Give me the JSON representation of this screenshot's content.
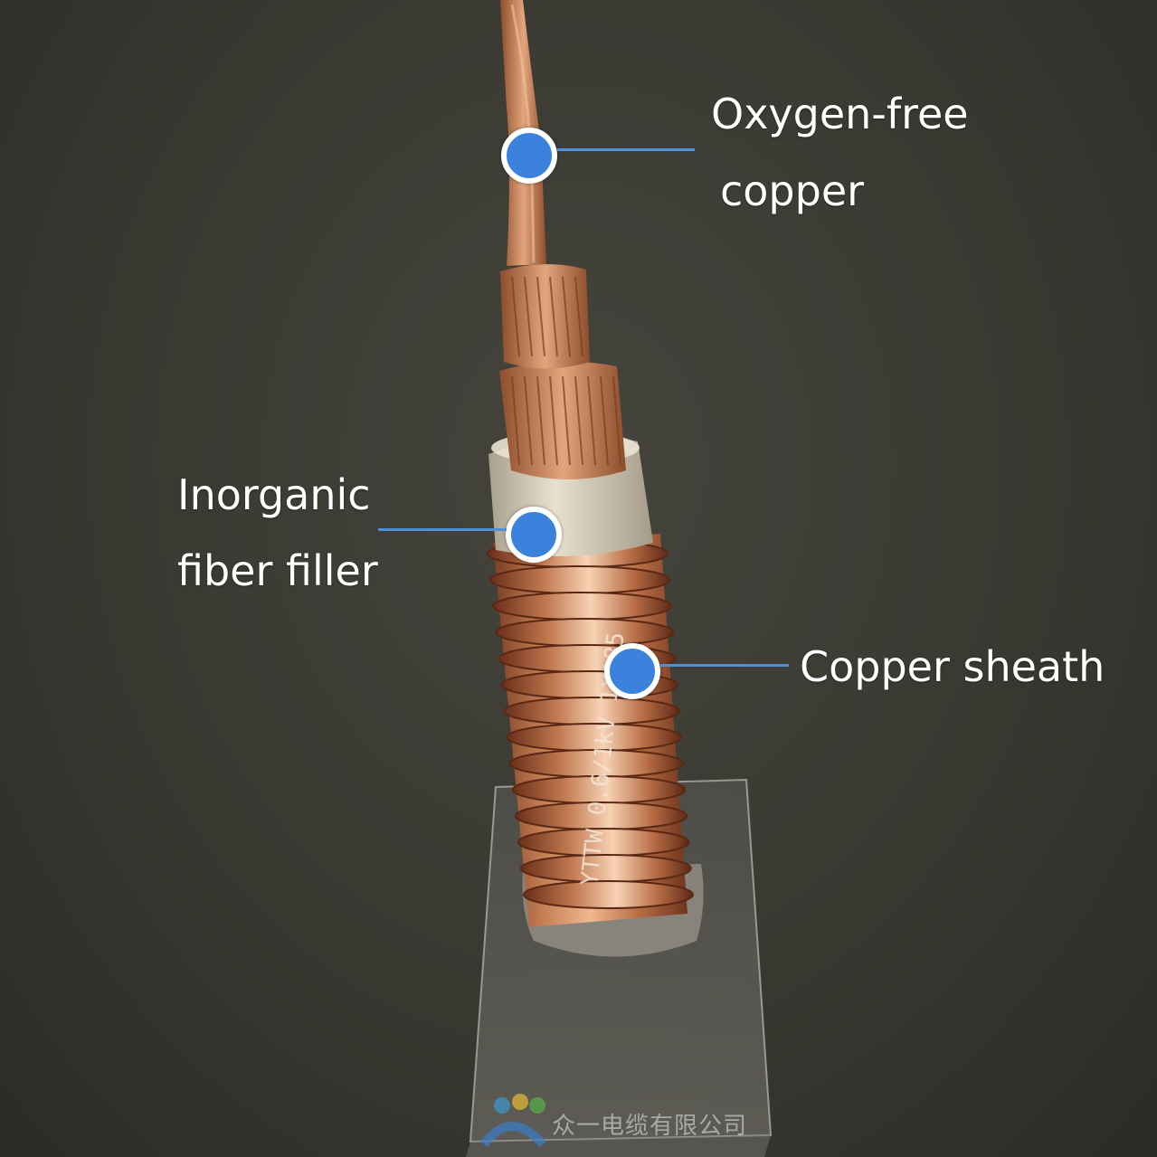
{
  "annotations": [
    {
      "id": "oxygen-free-copper",
      "lines": [
        "Oxygen-free",
        "copper"
      ]
    },
    {
      "id": "inorganic-fiber-filler",
      "lines": [
        "Inorganic",
        "fiber filler"
      ]
    },
    {
      "id": "copper-sheath",
      "lines": [
        "Copper sheath"
      ]
    }
  ],
  "cable_marking": "YTTW 0.6/1kV 1X185",
  "watermark": {
    "text": "众一电缆有限公司"
  },
  "colors": {
    "marker_fill": "#3b82dc",
    "marker_ring": "#ffffff",
    "leader_line": "#4f8fd6",
    "label_text": "#ffffff",
    "background": "#3a3932",
    "copper": "#c8865a",
    "filler": "#ddd3bf"
  }
}
